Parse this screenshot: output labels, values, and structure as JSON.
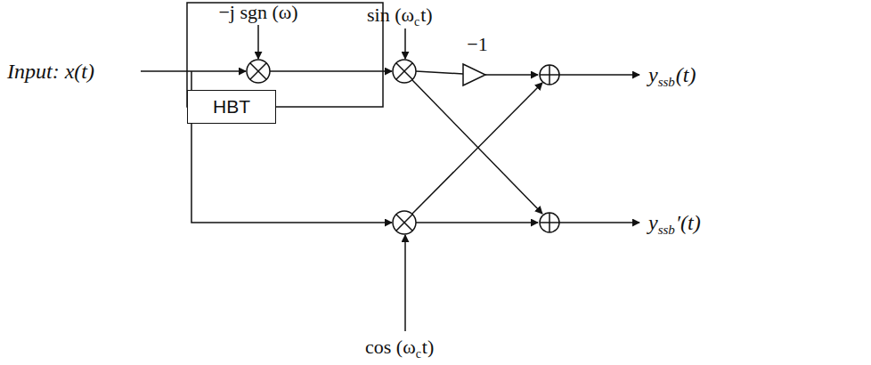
{
  "diagram": {
    "nodes": [
      {
        "text": [
          "HBT"
        ]
      }
    ],
    "labels": [
      "Input: x(t)",
      "−j sgn (ω)",
      "sin (ω",
      "c",
      "t)",
      "−1",
      "y",
      "ssb",
      "(t)",
      "y",
      "ssb",
      "′(t)",
      "cos (ω",
      "c",
      "t)"
    ]
  }
}
